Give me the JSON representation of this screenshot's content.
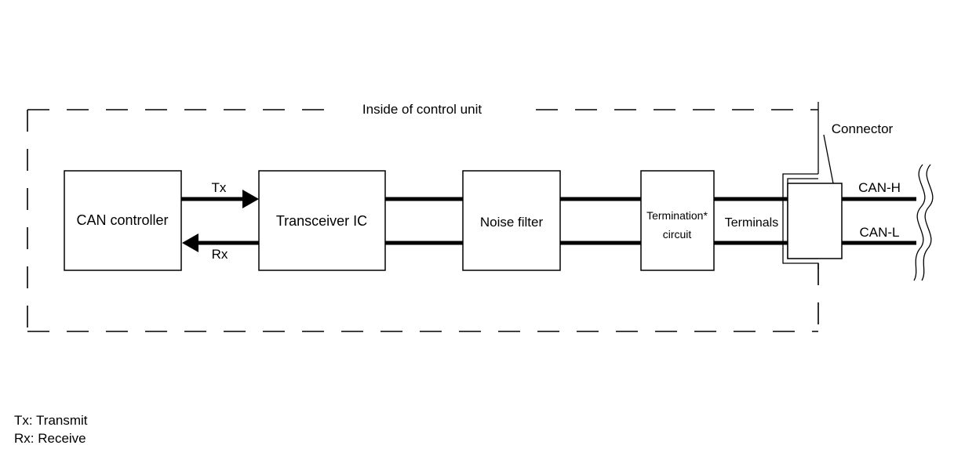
{
  "diagram": {
    "boundary_label": "Inside of control unit",
    "connector_label": "Connector",
    "blocks": {
      "can_controller": "CAN controller",
      "transceiver": "Transceiver IC",
      "noise_filter": "Noise filter",
      "termination_line1": "Termination*",
      "termination_line2": "circuit",
      "terminals": "Terminals"
    },
    "signals": {
      "tx": "Tx",
      "rx": "Rx",
      "can_h": "CAN-H",
      "can_l": "CAN-L"
    }
  },
  "legend": [
    "Tx: Transmit",
    "Rx: Receive"
  ]
}
